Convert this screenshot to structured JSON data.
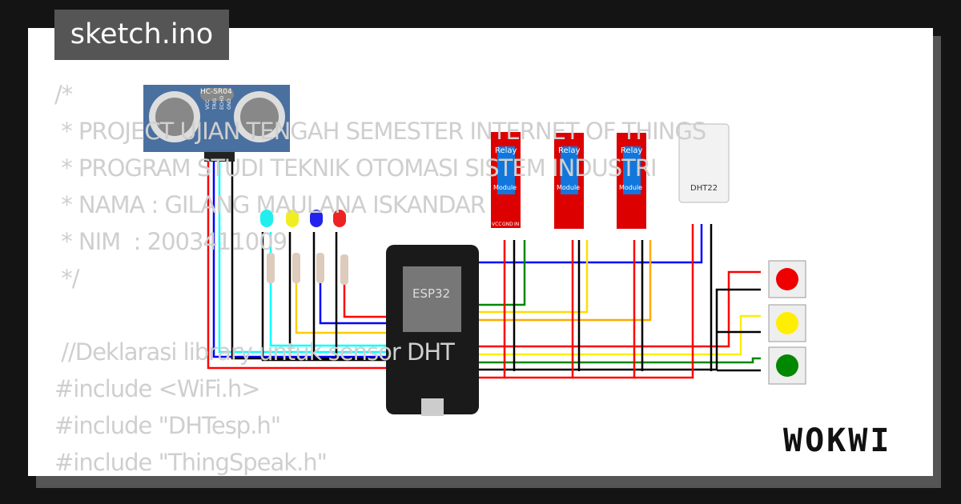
{
  "title": "sketch.ino",
  "code_lines": [
    "/*",
    " * PROJECT UJIAN TENGAH SEMESTER INTERNET OF THINGS",
    " * PROGRAM STUDI TEKNIK OTOMASI SISTEM INDUSTRI",
    " * NAMA : GILANG MAULANA ISKANDAR",
    " * NIM  : 2003411009",
    " */",
    "",
    " //Deklarasi library untuk sensor DHT",
    "#include <WiFi.h>",
    "#include \"DHTesp.h\"",
    "#include \"ThingSpeak.h\""
  ],
  "components": {
    "ultrasonic": "HC-SR04",
    "ultrasonic_pins": [
      "VCC",
      "TRIG",
      "ECHO",
      "GND"
    ],
    "mcu": "ESP32",
    "relay_label": "Relay",
    "relay_sub": "Module",
    "relay_pins": [
      "VCC",
      "GND",
      "IN"
    ],
    "dht": "DHT22",
    "led_colors": [
      "#22e0e0",
      "#e8e000",
      "#2020e0",
      "#e02020"
    ],
    "button_colors": [
      "#e00000",
      "#f0e000",
      "#008800"
    ]
  },
  "brand": "WOKWI"
}
